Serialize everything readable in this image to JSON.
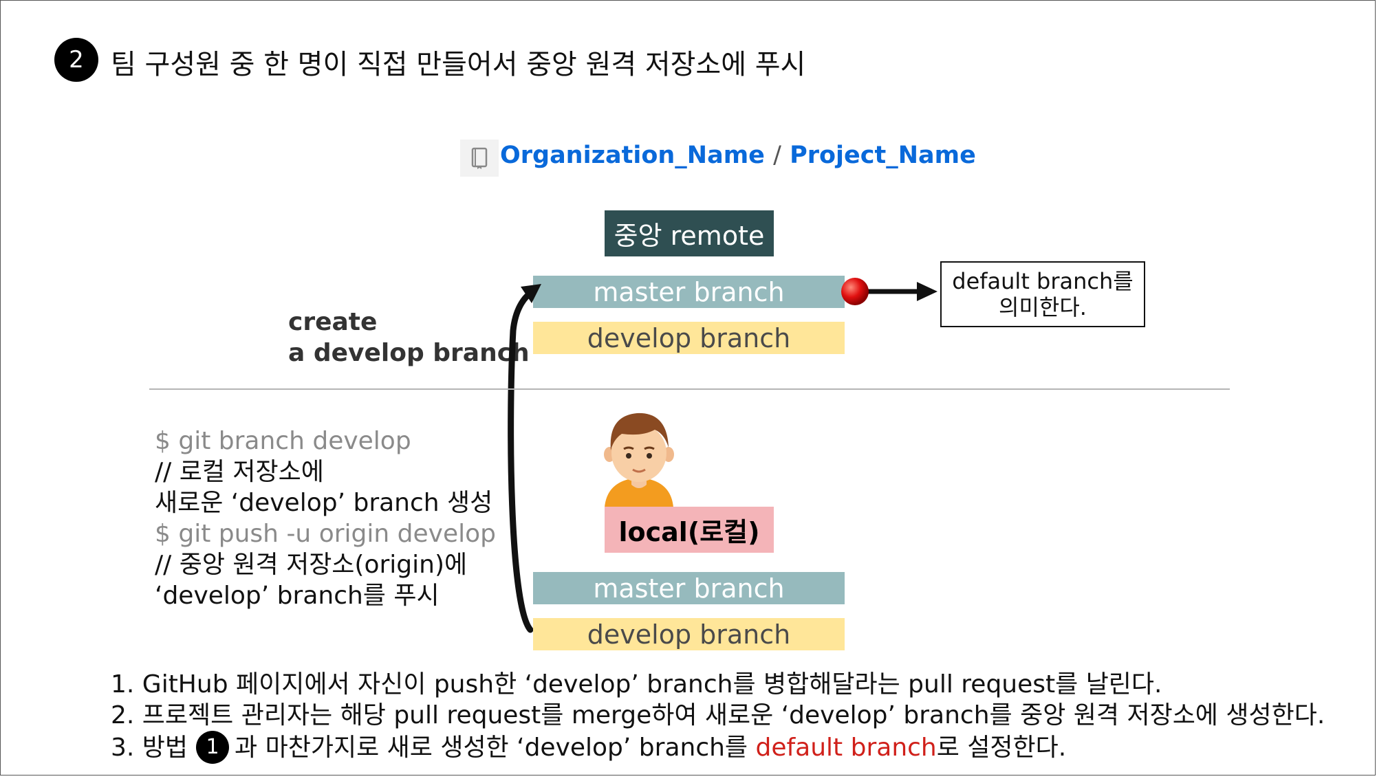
{
  "header": {
    "step_number": "2",
    "title": "팀 구성원 중 한 명이 직접 만들어서 중앙 원격 저장소에 푸시"
  },
  "repo": {
    "icon": "repo-book-icon",
    "organization": "Organization_Name",
    "separator": "/",
    "project": "Project_Name"
  },
  "remote": {
    "label": "중앙 remote",
    "master": "master branch",
    "develop": "develop branch",
    "default_note_line1": "default branch를",
    "default_note_line2": "의미한다."
  },
  "create_label": {
    "line1": "create",
    "line2": "a develop branch"
  },
  "commands": [
    {
      "text": "$ git branch develop",
      "style": "gray"
    },
    {
      "text": "// 로컬 저장소에",
      "style": "dark"
    },
    {
      "text": "새로운 ‘develop’ branch 생성",
      "style": "dark"
    },
    {
      "text": "$ git push -u origin develop",
      "style": "gray"
    },
    {
      "text": "// 중앙 원격 저장소(origin)에",
      "style": "dark"
    },
    {
      "text": "‘develop’ branch를 푸시",
      "style": "dark"
    }
  ],
  "local": {
    "avatar": "developer-avatar-icon",
    "label": "local(로컬)",
    "master": "master branch",
    "develop": "develop branch"
  },
  "steps": {
    "s1": "1. GitHub 페이지에서 자신이 push한 ‘develop’ branch를 병합해달라는 pull request를 날린다.",
    "s2": "2. 프로젝트 관리자는 해당 pull request를 merge하여 새로운 ‘develop’ branch를 중앙 원격 저장소에 생성한다.",
    "s3_prefix": "3. 방법",
    "s3_ref": "1",
    "s3_middle": "과 마찬가지로 새로 생성한 ‘develop’ branch를 ",
    "s3_highlight": "default branch",
    "s3_suffix": "로 설정한다."
  },
  "colors": {
    "remote_bg": "#2f4f52",
    "master_bg": "#96babd",
    "develop_bg": "#ffe699",
    "local_bg": "#f4b4b8",
    "link_blue": "#0969da",
    "highlight_red": "#d0201a"
  }
}
